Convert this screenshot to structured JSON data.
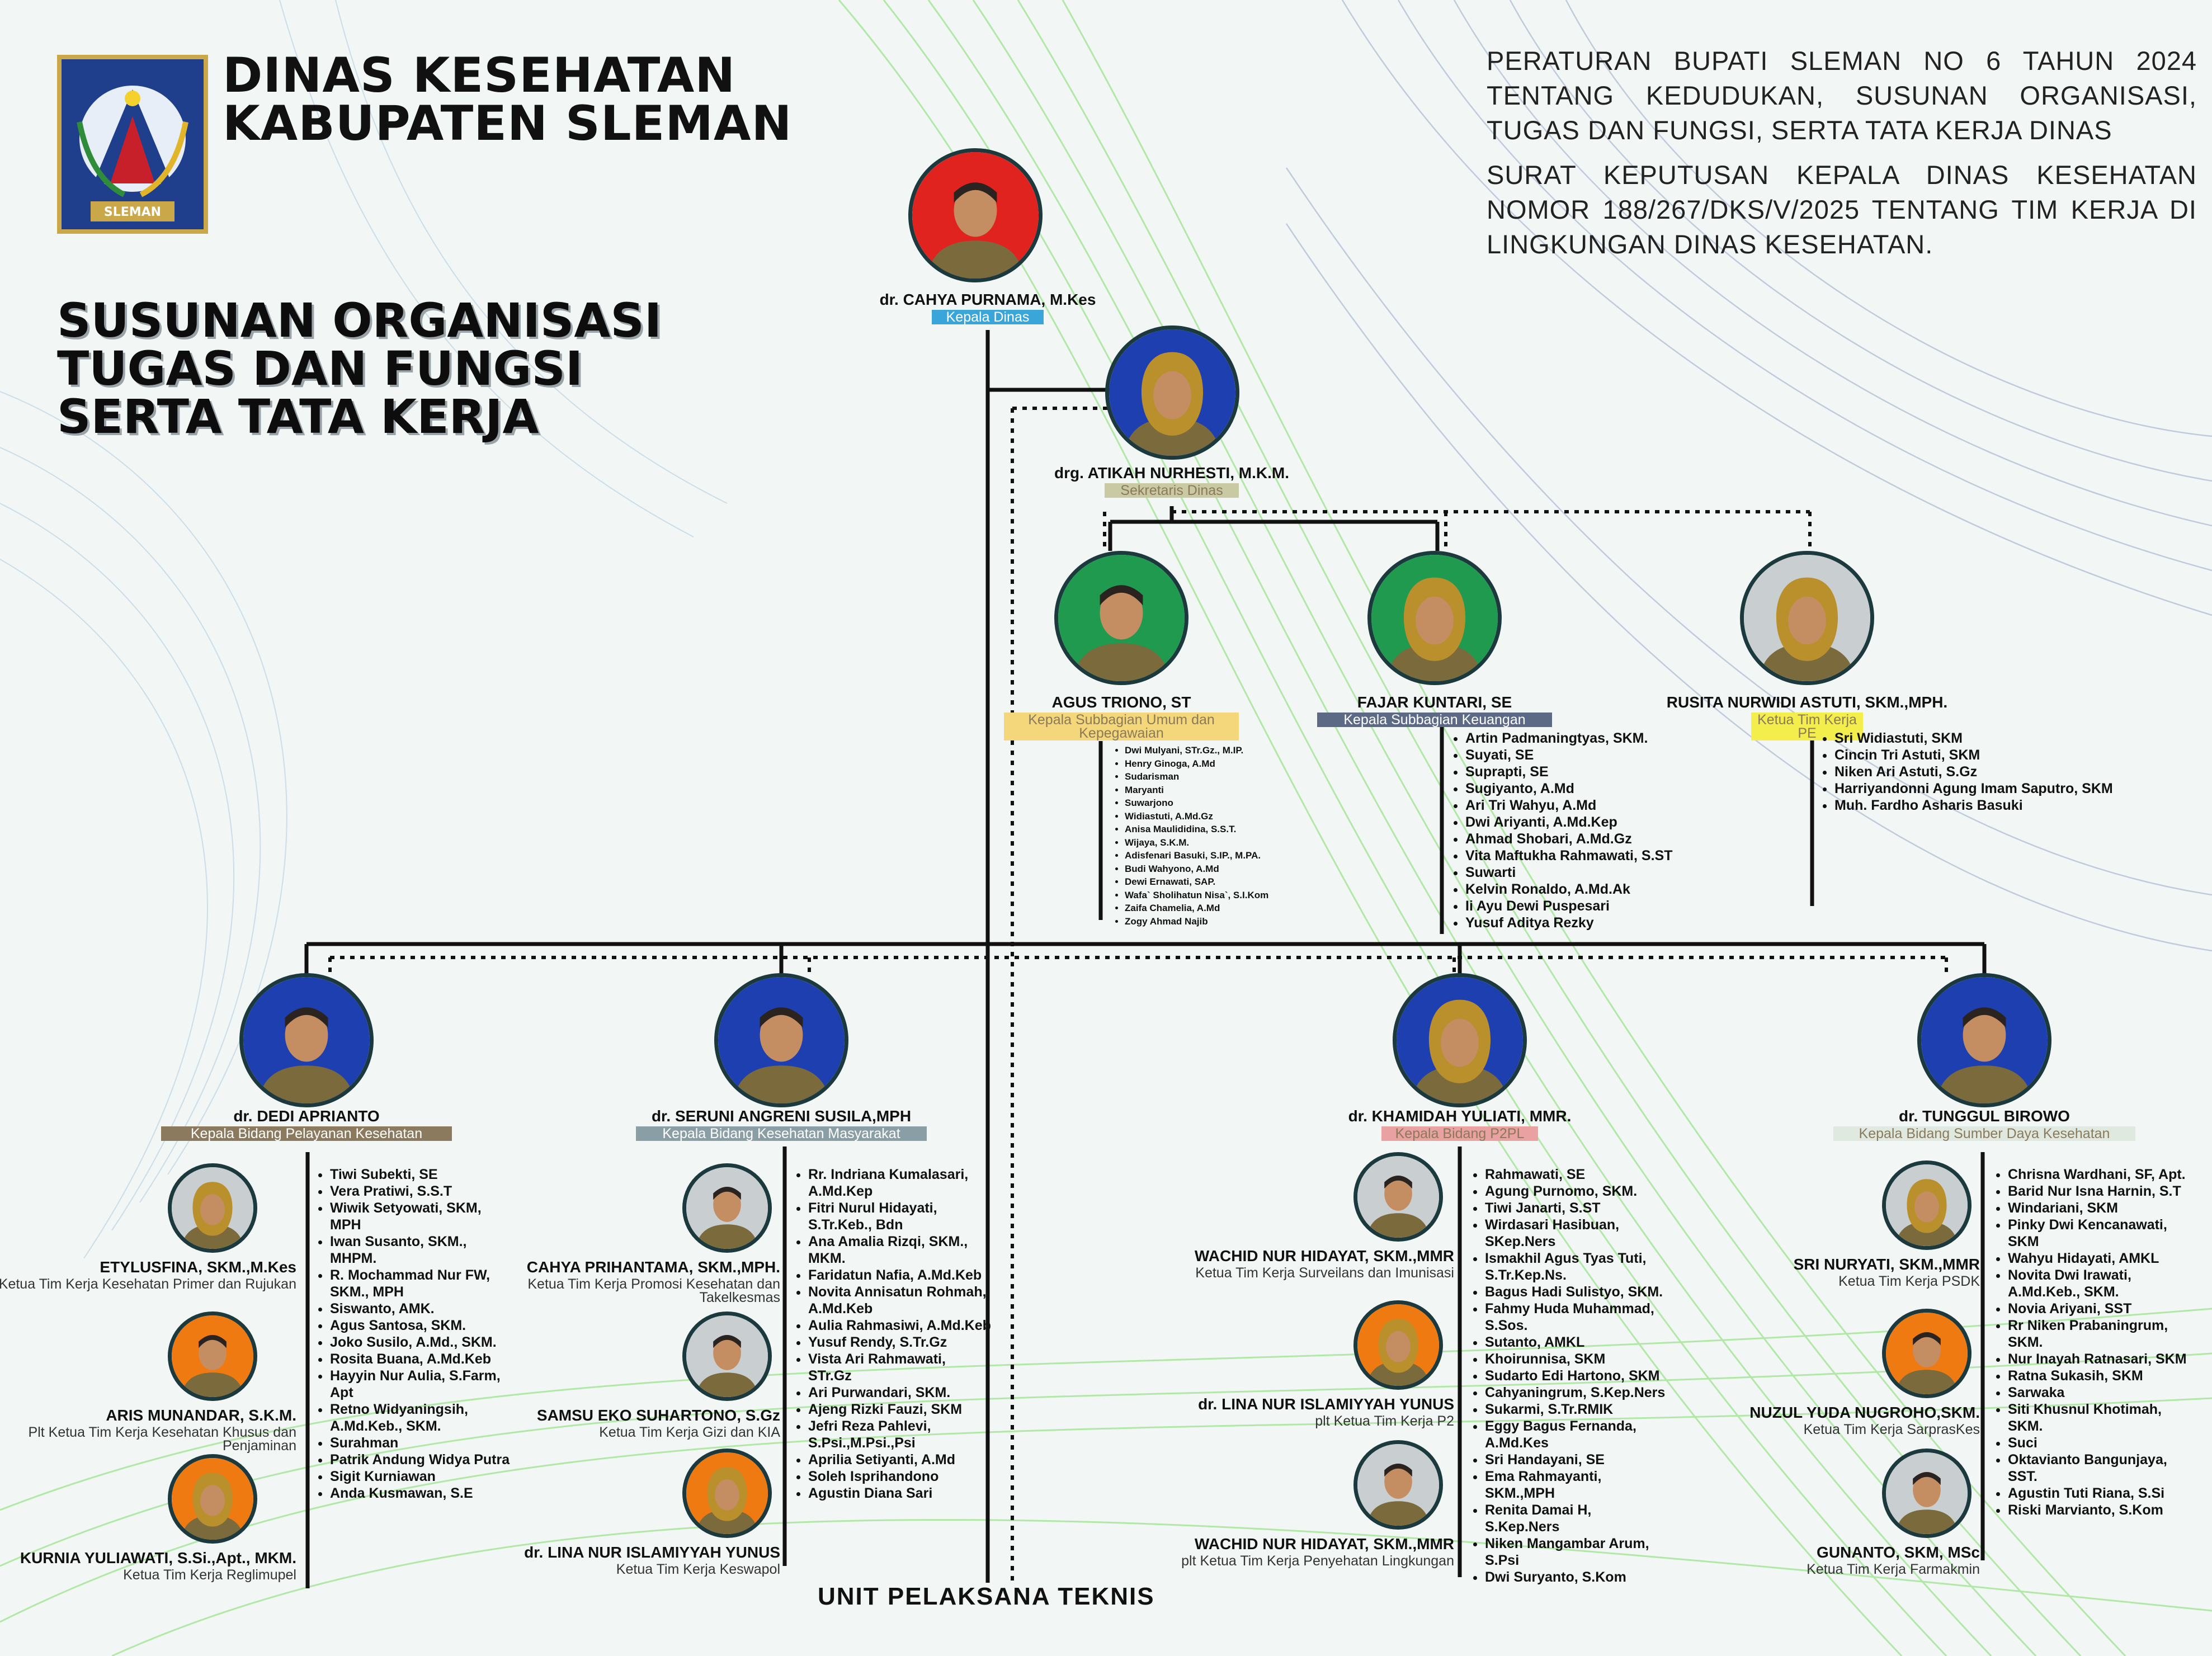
{
  "header": {
    "org_line1": "DINAS KESEHATAN",
    "org_line2": "KABUPATEN SLEMAN",
    "logo_text": "SLEMAN",
    "title_lines": [
      "SUSUNAN ORGANISASI",
      "TUGAS DAN FUNGSI",
      "SERTA TATA KERJA"
    ],
    "regulations": [
      "PERATURAN BUPATI SLEMAN NO 6 TAHUN 2024 TENTANG KEDUDUKAN, SUSUNAN ORGANISASI, TUGAS DAN FUNGSI, SERTA TATA KERJA DINAS",
      "SURAT KEPUTUSAN KEPALA DINAS KESEHATAN NOMOR 188/267/DKS/V/2025 TENTANG TIM KERJA DI LINGKUNGAN DINAS KESEHATAN."
    ]
  },
  "head": {
    "name": "dr. CAHYA PURNAMA, M.Kes",
    "role": "Kepala Dinas",
    "role_color": "#3aa5d9"
  },
  "secretary": {
    "name": "drg. ATIKAH NURHESTI, M.K.M.",
    "role": "Sekretaris Dinas",
    "role_color": "#c9c9a3"
  },
  "subunits": [
    {
      "name": "AGUS TRIONO, ST",
      "role": "Kepala Subbagian Umum dan Kepegawaian",
      "role_color": "#f5d77b",
      "members": [
        "Dwi Mulyani, STr.Gz., M.IP.",
        "Henry Ginoga, A.Md",
        "Sudarisman",
        "Maryanti",
        "Suwarjono",
        "Widiastuti, A.Md.Gz",
        "Anisa Maulididina, S.S.T.",
        "Wijaya, S.K.M.",
        "Adisfenari Basuki, S.IP., M.PA.",
        "Budi Wahyono, A.Md",
        "Dewi Ernawati, SAP.",
        "Wafa` Sholihatun Nisa`, S.I.Kom",
        "Zaifa Chamelia, A.Md",
        "Zogy Ahmad Najib"
      ]
    },
    {
      "name": "FAJAR KUNTARI, SE",
      "role": "Kepala Subbagian Keuangan",
      "role_color": "#5d6a86",
      "members": [
        "Artin Padmaningtyas, SKM.",
        "Suyati, SE",
        "Suprapti, SE",
        "Sugiyanto, A.Md",
        "Ari Tri Wahyu, A.Md",
        "Dwi Ariyanti, A.Md.Kep",
        "Ahmad Shobari, A.Md.Gz",
        "Vita Maftukha Rahmawati, S.ST",
        "Suwarti",
        "Kelvin Ronaldo, A.Md.Ak",
        "Ii Ayu Dewi Puspesari",
        "Yusuf Aditya Rezky"
      ]
    },
    {
      "name": "RUSITA NURWIDI ASTUTI, SKM.,MPH.",
      "role": "Ketua Tim Kerja PE",
      "role_color": "#f3ee4c",
      "members": [
        "Sri Widiastuti, SKM",
        "Cincin Tri Astuti, SKM",
        "Niken Ari Astuti, S.Gz",
        "Harriyandonni Agung Imam Saputro, SKM",
        "Muh. Fardho Asharis Basuki"
      ]
    }
  ],
  "divisions": [
    {
      "name": "dr. DEDI APRIANTO",
      "role": "Kepala Bidang Pelayanan Kesehatan",
      "role_color": "#8c7a5e",
      "teams": [
        {
          "name": "ETYLUSFINA, SKM.,M.Kes",
          "role": "Ketua Tim Kerja Kesehatan Primer dan Rujukan"
        },
        {
          "name": "ARIS MUNANDAR, S.K.M.",
          "role": "Plt Ketua Tim Kerja Kesehatan Khusus dan Penjaminan"
        },
        {
          "name": "KURNIA YULIAWATI, S.Si.,Apt., MKM.",
          "role": "Ketua Tim Kerja Reglimupel"
        }
      ],
      "members": [
        "Tiwi Subekti, SE",
        "Vera Pratiwi, S.S.T",
        "Wiwik Setyowati, SKM, MPH",
        "Iwan Susanto, SKM., MHPM.",
        "R. Mochammad Nur FW, SKM., MPH",
        "Siswanto, AMK.",
        "Agus Santosa, SKM.",
        "Joko Susilo, A.Md., SKM.",
        "Rosita Buana, A.Md.Keb",
        "Hayyin Nur Aulia, S.Farm, Apt",
        "Retno Widyaningsih, A.Md.Keb., SKM.",
        "Surahman",
        "Patrik Andung Widya Putra",
        "Sigit Kurniawan",
        "Anda Kusmawan, S.E"
      ]
    },
    {
      "name": "dr. SERUNI ANGRENI SUSILA,MPH",
      "role": "Kepala Bidang Kesehatan Masyarakat",
      "role_color": "#8a9ea6",
      "teams": [
        {
          "name": "CAHYA PRIHANTAMA, SKM.,MPH.",
          "role": "Ketua Tim Kerja Promosi Kesehatan dan Takelkesmas"
        },
        {
          "name": "SAMSU EKO SUHARTONO, S.Gz",
          "role": "Ketua Tim Kerja Gizi dan KIA"
        },
        {
          "name": "dr. LINA NUR ISLAMIYYAH YUNUS",
          "role": "Ketua Tim Kerja Keswapol"
        }
      ],
      "members": [
        "Rr. Indriana Kumalasari, A.Md.Kep",
        "Fitri Nurul Hidayati, S.Tr.Keb., Bdn",
        "Ana Amalia Rizqi, SKM., MKM.",
        "Faridatun Nafia, A.Md.Keb",
        "Novita Annisatun Rohmah, A.Md.Keb",
        "Aulia Rahmasiwi, A.Md.Keb",
        "Yusuf Rendy, S.Tr.Gz",
        "Vista Ari Rahmawati, STr.Gz",
        "Ari Purwandari, SKM.",
        "Ajeng Rizki Fauzi, SKM",
        "Jefri Reza Pahlevi, S.Psi.,M.Psi.,Psi",
        "Aprilia Setiyanti, A.Md",
        "Soleh Isprihandono",
        "Agustin Diana Sari"
      ]
    },
    {
      "name": "dr. KHAMIDAH YULIATI, MMR.",
      "role": "Kepala Bidang P2PL",
      "role_color": "#e9a1a1",
      "teams": [
        {
          "name": "WACHID NUR HIDAYAT, SKM.,MMR",
          "role": "Ketua Tim Kerja Surveilans dan Imunisasi"
        },
        {
          "name": "dr. LINA NUR ISLAMIYYAH YUNUS",
          "role": "plt Ketua Tim Kerja P2"
        },
        {
          "name": "WACHID NUR HIDAYAT, SKM.,MMR",
          "role": "plt Ketua Tim Kerja Penyehatan Lingkungan"
        }
      ],
      "members": [
        "Rahmawati, SE",
        "Agung Purnomo, SKM.",
        "Tiwi Janarti, S.ST",
        "Wirdasari Hasibuan, SKep.Ners",
        "Ismakhil Agus Tyas Tuti, S.Tr.Kep.Ns.",
        "Bagus Hadi Sulistyo, SKM.",
        "Fahmy Huda Muhammad, S.Sos.",
        "Sutanto, AMKL",
        "Khoirunnisa, SKM",
        "Sudarto Edi Hartono, SKM",
        "Cahyaningrum, S.Kep.Ners",
        "Sukarmi, S.Tr.RMIK",
        "Eggy Bagus Fernanda, A.Md.Kes",
        "Sri Handayani, SE",
        "Ema Rahmayanti, SKM.,MPH",
        "Renita Damai H, S.Kep.Ners",
        "Niken Mangambar Arum, S.Psi",
        "Dwi Suryanto, S.Kom"
      ]
    },
    {
      "name": "dr. TUNGGUL BIROWO",
      "role": "Kepala Bidang Sumber Daya Kesehatan",
      "role_color": "#dfe9e0",
      "teams": [
        {
          "name": "SRI NURYATI, SKM.,MMR",
          "role": "Ketua Tim Kerja PSDK"
        },
        {
          "name": "NUZUL YUDA NUGROHO,SKM.",
          "role": "Ketua Tim Kerja SarprasKes"
        },
        {
          "name": "GUNANTO, SKM, MSc",
          "role": "Ketua Tim Kerja Farmakmin"
        }
      ],
      "members": [
        "Chrisna Wardhani, SF, Apt.",
        "Barid Nur Isna Harnin, S.T",
        "Windariani, SKM",
        "Pinky Dwi Kencanawati, SKM",
        "Wahyu Hidayati, AMKL",
        "Novita Dwi Irawati, A.Md.Keb., SKM.",
        "Novia Ariyani, SST",
        "Rr Niken Prabaningrum, SKM.",
        "Nur Inayah Ratnasari, SKM",
        "Ratna Sukasih, SKM",
        "Sarwaka",
        "Siti Khusnul Khotimah, SKM.",
        "Suci",
        "Oktavianto Bangunjaya, SST.",
        "Agustin Tuti Riana, S.Si",
        "Riski Marvianto, S.Kom"
      ]
    }
  ],
  "footer": {
    "upt_label": "UNIT PELAKSANA TEKNIS"
  },
  "colors": {
    "bg_red": "#e0231f",
    "bg_blue": "#1e3fb0",
    "bg_green": "#1f9a4e",
    "bg_orange": "#f07a12",
    "bg_grey": "#c9cfd1",
    "line": "#111111"
  }
}
